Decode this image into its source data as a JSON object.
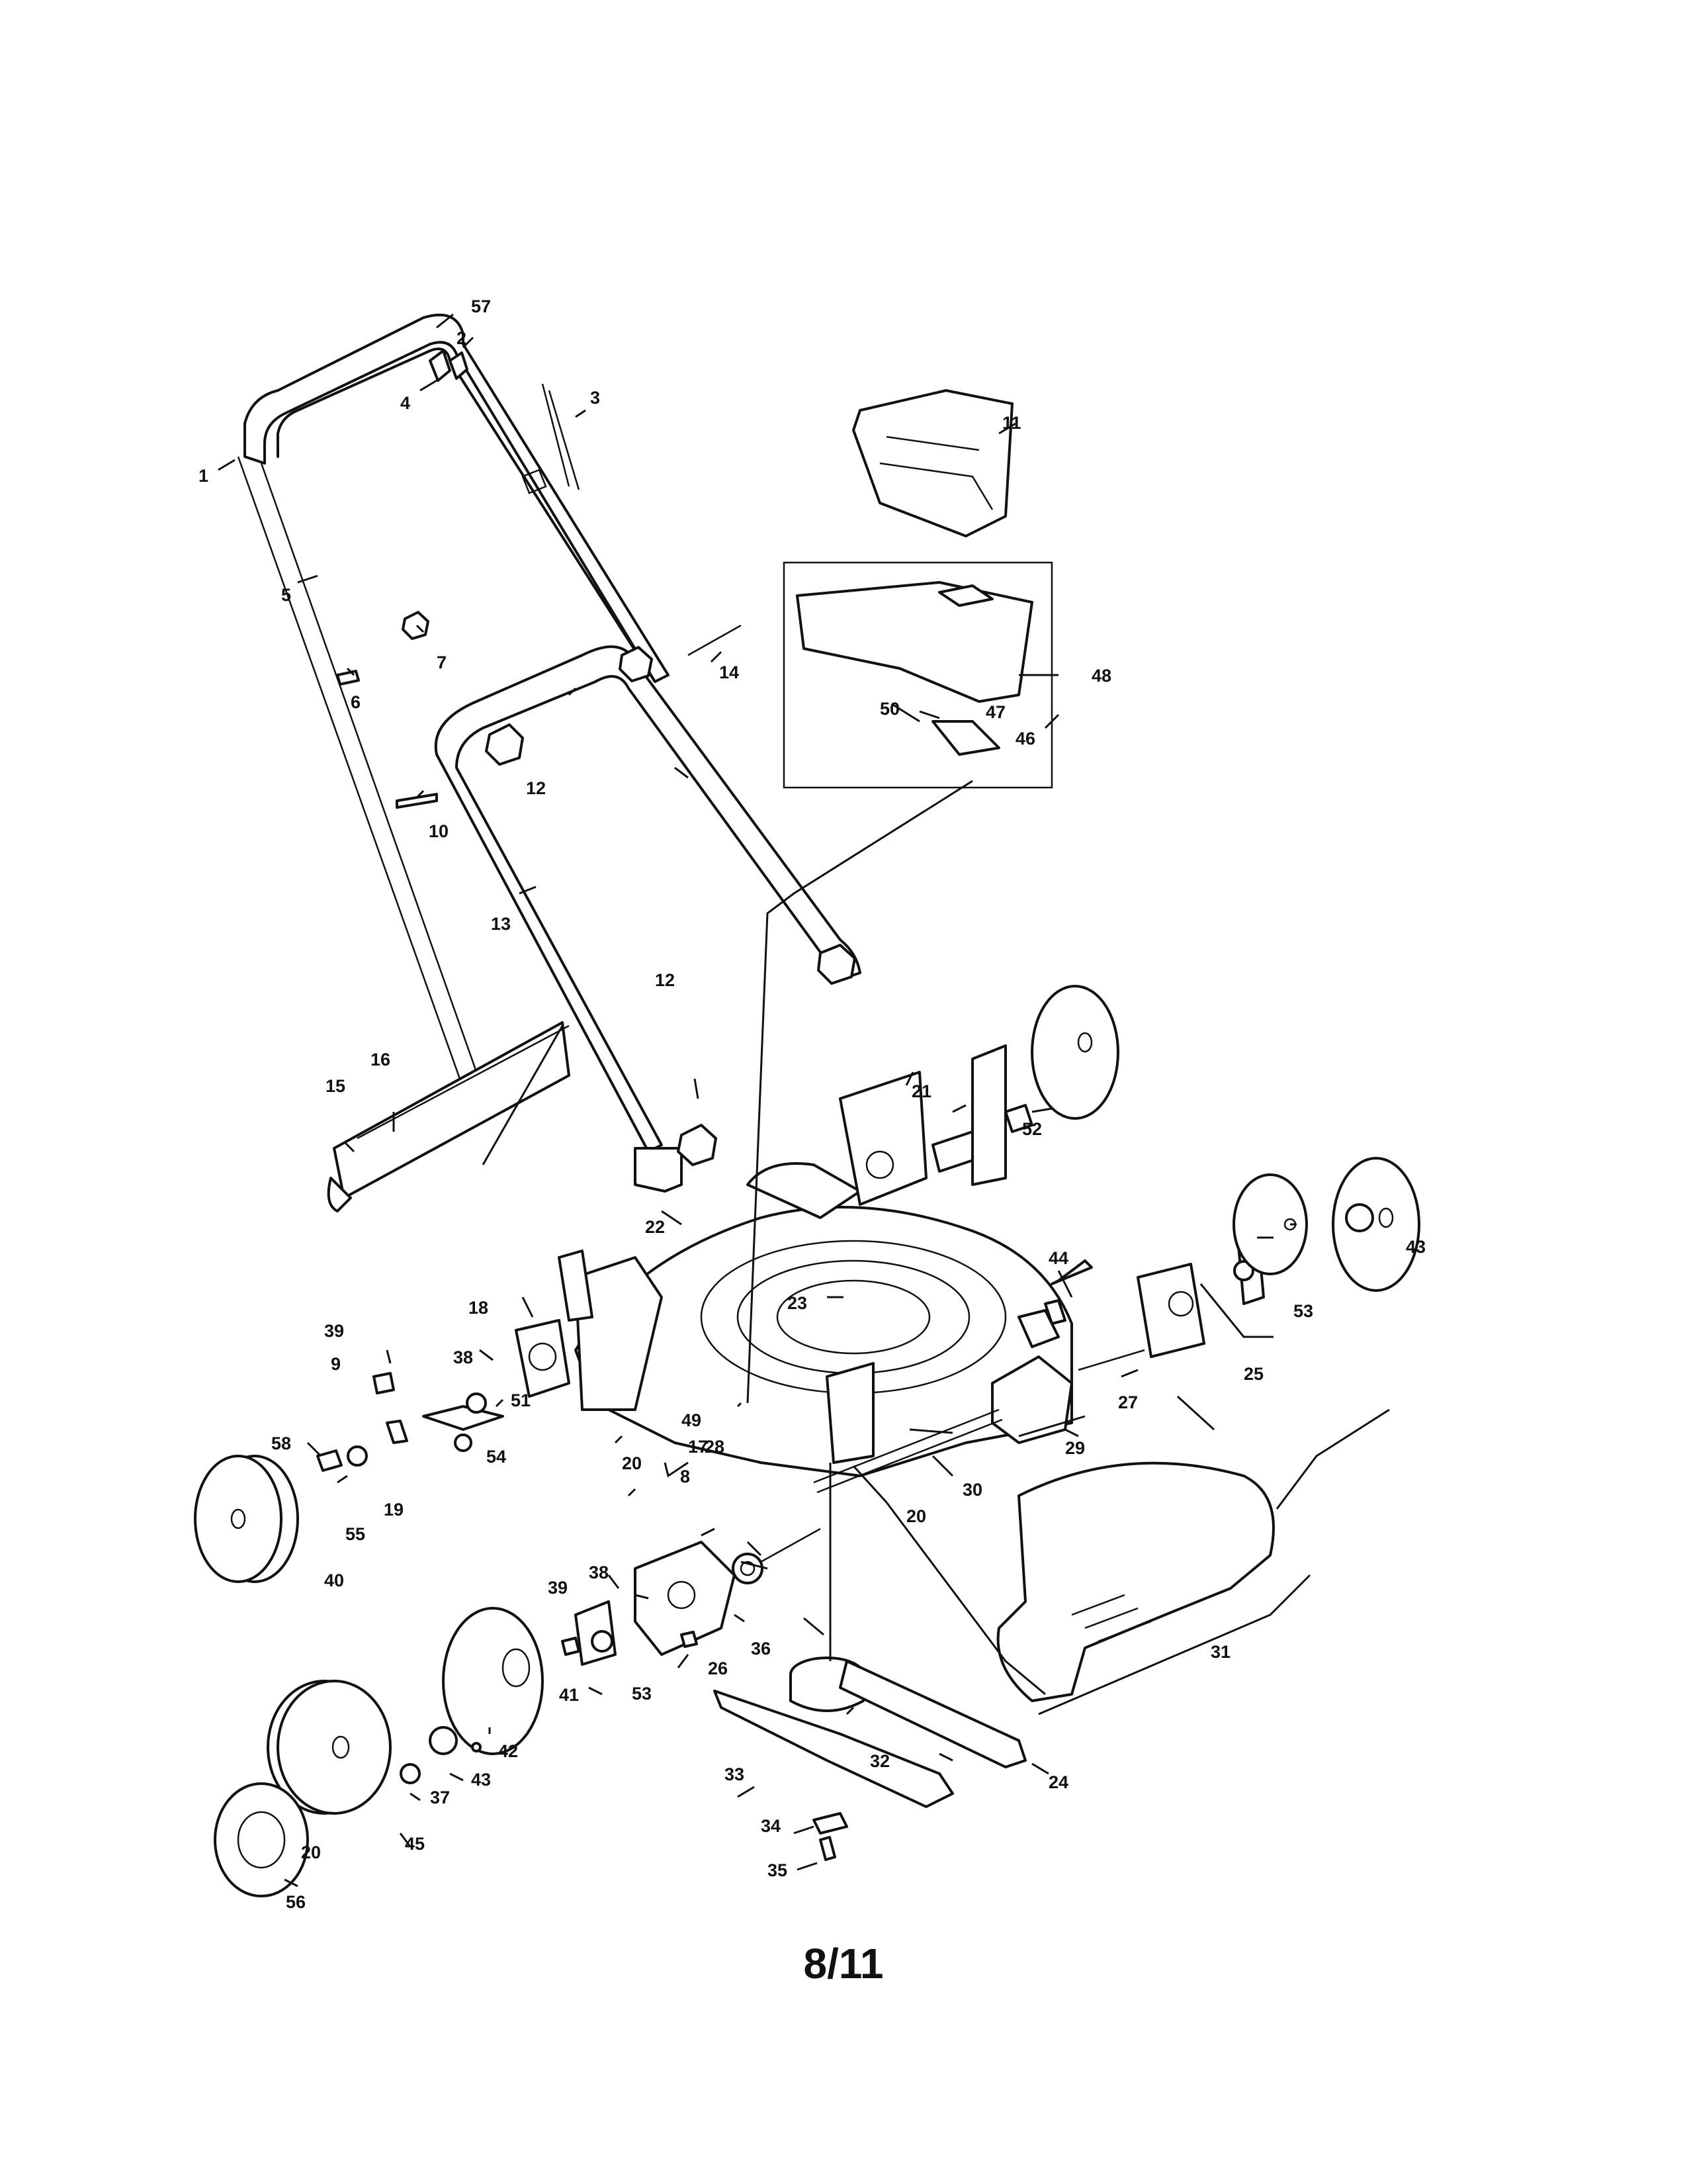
{
  "page_footer": "8/11",
  "callouts": {
    "p1": "1",
    "p2": "2",
    "p3": "3",
    "p4": "4",
    "p5": "5",
    "p6": "6",
    "p7": "7",
    "p8": "8",
    "p9": "9",
    "p10": "10",
    "p11": "11",
    "p12a": "12",
    "p12b": "12",
    "p13": "13",
    "p14": "14",
    "p15": "15",
    "p16": "16",
    "p17": "17",
    "p18": "18",
    "p19": "19",
    "p20a": "20",
    "p20b": "20",
    "p20c": "20",
    "p21": "21",
    "p22": "22",
    "p23": "23",
    "p24": "24",
    "p25": "25",
    "p26": "26",
    "p27": "27",
    "p28": "28",
    "p29": "29",
    "p30": "30",
    "p31": "31",
    "p32": "32",
    "p33": "33",
    "p34": "34",
    "p35": "35",
    "p36": "36",
    "p37": "37",
    "p38a": "38",
    "p38b": "38",
    "p39a": "39",
    "p39b": "39",
    "p40": "40",
    "p41": "41",
    "p42": "42",
    "p43a": "43",
    "p43b": "43",
    "p44": "44",
    "p45": "45",
    "p46": "46",
    "p47": "47",
    "p48": "48",
    "p49": "49",
    "p50": "50",
    "p51": "51",
    "p52": "52",
    "p53a": "53",
    "p53b": "53",
    "p54": "54",
    "p55": "55",
    "p56": "56",
    "p57": "57",
    "p58": "58"
  }
}
